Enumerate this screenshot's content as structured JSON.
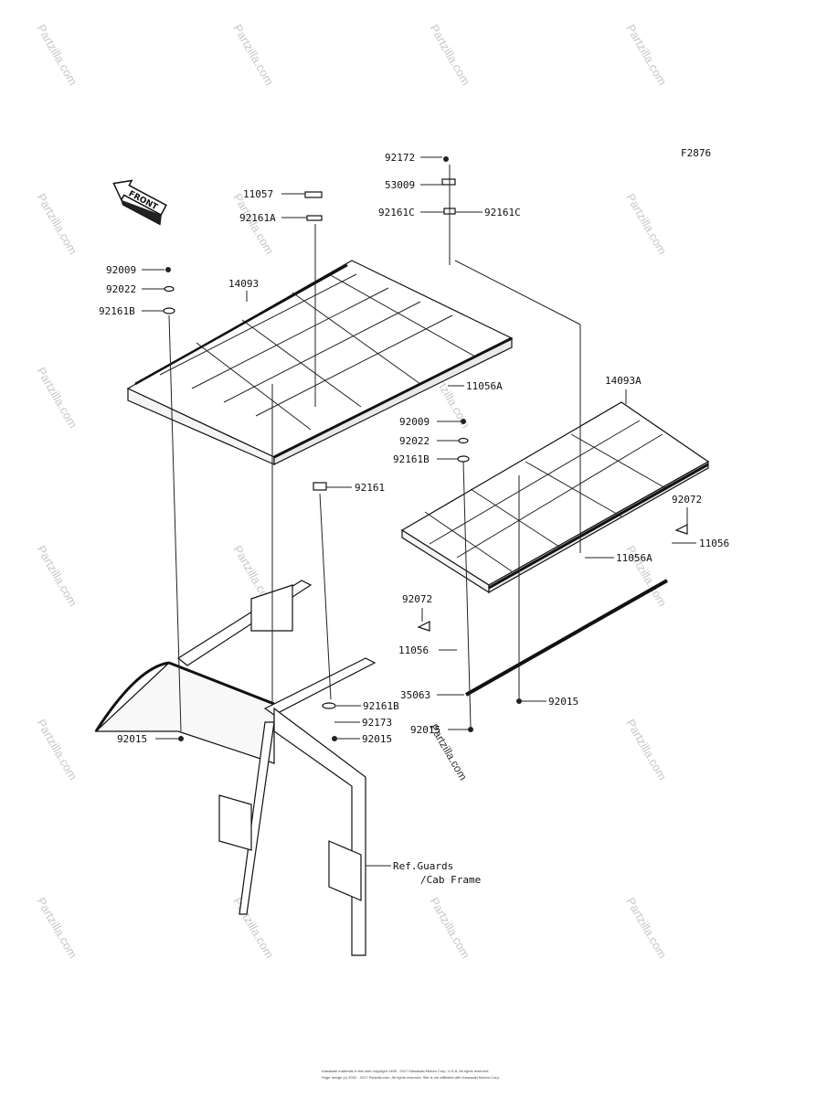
{
  "figure_code": "F2876",
  "front_badge": "FRONT",
  "part_labels": {
    "p92172": "92172",
    "p53009": "53009",
    "p92161C_l": "92161C",
    "p92161C_r": "92161C",
    "p11057": "11057",
    "p92161A": "92161A",
    "p92009_a": "92009",
    "p92022_a": "92022",
    "p92161B_a": "92161B",
    "p14093": "14093",
    "p11056A_a": "11056A",
    "p92009_b": "92009",
    "p92022_b": "92022",
    "p92161B_b": "92161B",
    "p14093A": "14093A",
    "p92161": "92161",
    "p92072_r": "92072",
    "p11056_r": "11056",
    "p11056A_b": "11056A",
    "p92072_l": "92072",
    "p11056_l": "11056",
    "p35063": "35063",
    "p92015_r": "92015",
    "p92161B_c": "92161B",
    "p92173": "92173",
    "p92015_c": "92015",
    "p92015_l": "92015",
    "p92015_b": "92015",
    "ref_line1": "Ref.Guards",
    "ref_line2": "/Cab Frame"
  },
  "watermark": "Partzilla.com",
  "copyright_line1": "Kawasaki materials in this web copyright 1995 - 2017 Kawasaki Motors Corp. U.S.A. All rights reserved.",
  "copyright_line2": "Page design (c) 2002 - 2017 Partzilla.com. All rights reserved. Site is not affiliated with Kawasaki Motors Corp."
}
